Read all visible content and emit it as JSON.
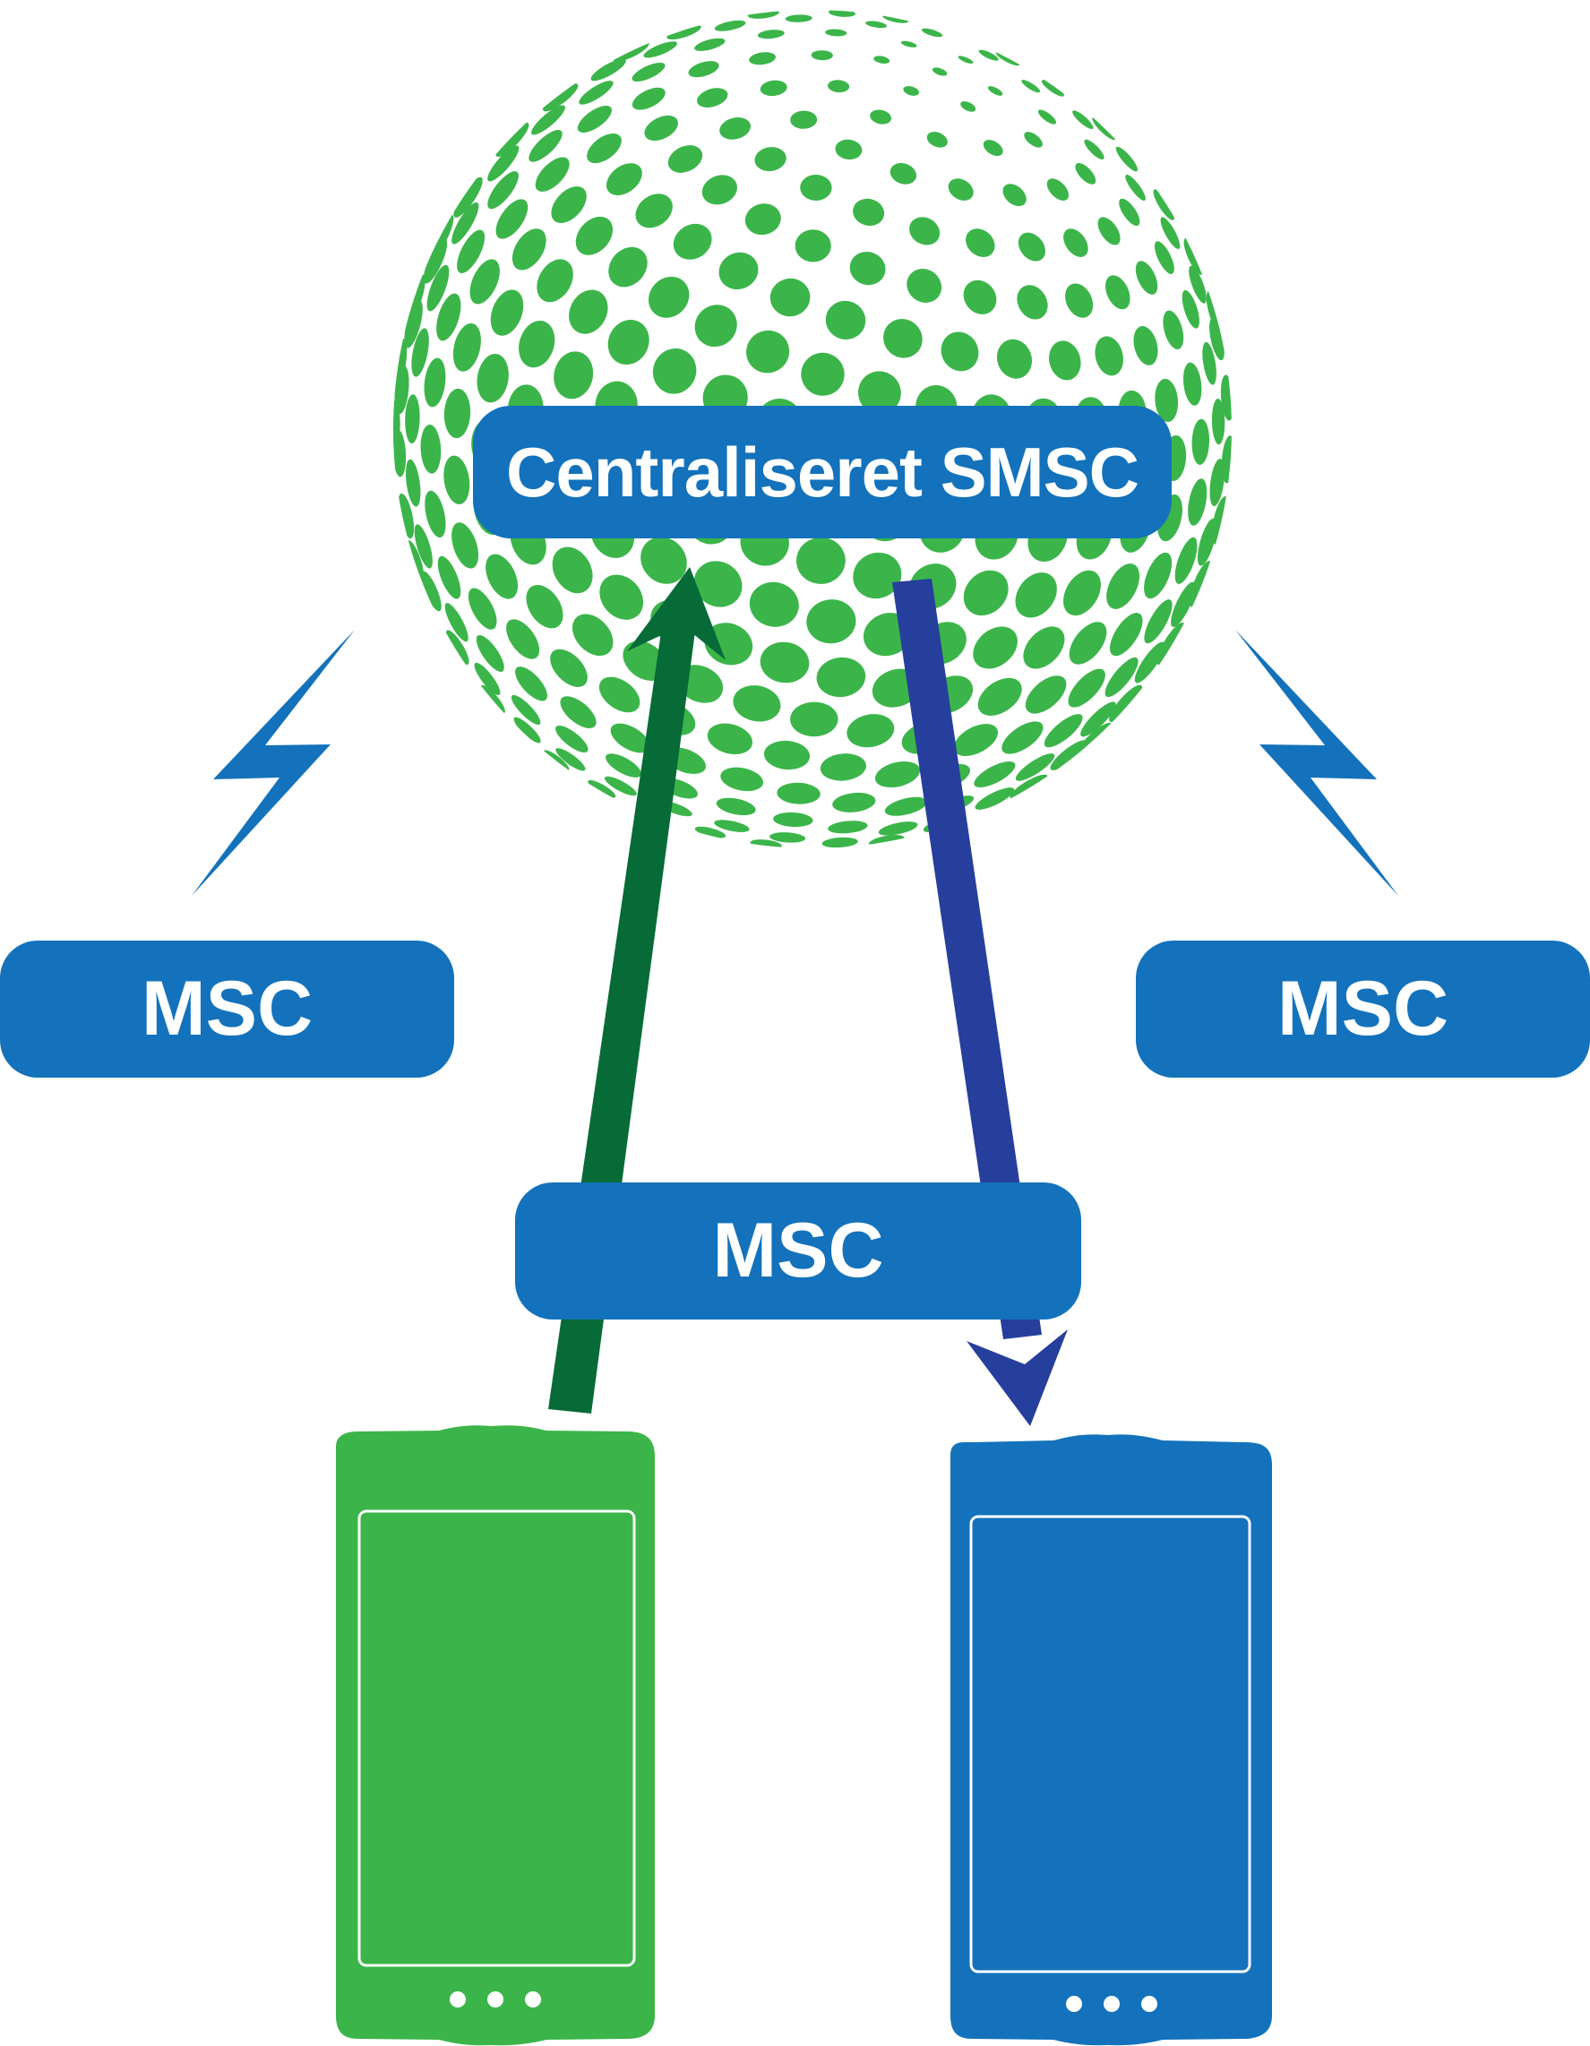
{
  "diagram": {
    "colors": {
      "green_light": "#3bb54a",
      "green_dark": "#066b37",
      "blue": "#1372bb",
      "navy": "#263f9c",
      "white": "#ffffff"
    },
    "icons": {
      "globe": "dotted-globe-icon",
      "lightning": "lightning-bolt-icon",
      "phone": "smartphone-icon"
    },
    "nodes": {
      "smsc": "Centraliseret SMSC",
      "msc_left": "MSC",
      "msc_right": "MSC",
      "msc_center": "MSC"
    }
  }
}
